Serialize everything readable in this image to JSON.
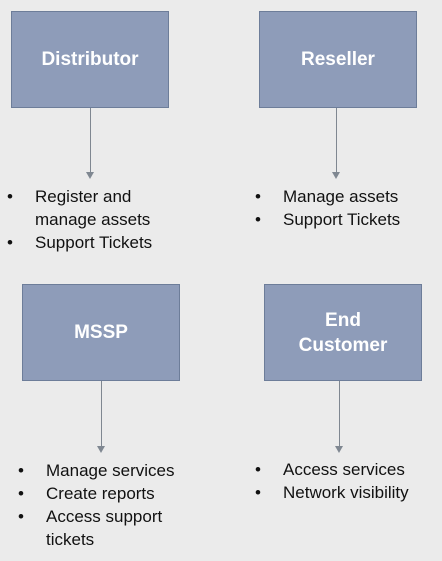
{
  "colors": {
    "background": "#ebebeb",
    "box_fill": "#8e9cb9",
    "box_text": "#ffffff",
    "arrow": "#7f8791",
    "bullet_text": "#111111"
  },
  "roles": [
    {
      "title": "Distributor",
      "bullets": [
        "Register and",
        "manage assets",
        "Support Tickets"
      ]
    },
    {
      "title": "Reseller",
      "bullets": [
        "Manage assets",
        "Support Tickets"
      ]
    },
    {
      "title": "MSSP",
      "bullets": [
        "Manage services",
        "Create reports",
        "Access support",
        "tickets"
      ]
    },
    {
      "title": "End\nCustomer",
      "bullets": [
        "Access services",
        "Network visibility"
      ]
    }
  ]
}
